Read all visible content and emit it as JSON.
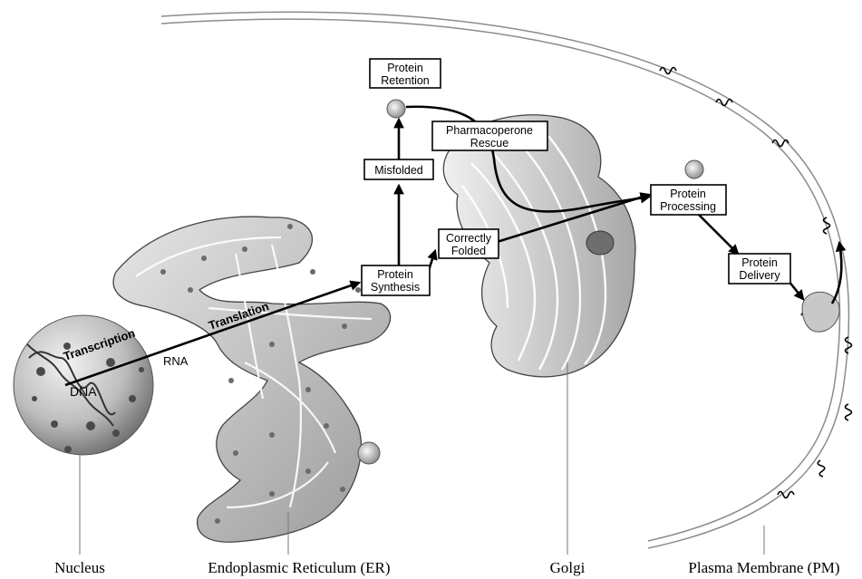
{
  "structures": {
    "nucleus": "Nucleus",
    "er": "Endoplasmic Reticulum (ER)",
    "golgi": "Golgi",
    "pm": "Plasma Membrane (PM)"
  },
  "inline_labels": {
    "dna": "DNA",
    "transcription": "Transcription",
    "rna": "RNA",
    "translation": "Translation"
  },
  "boxes": {
    "protein_retention": [
      "Protein",
      "Retention"
    ],
    "pharmacoperone_rescue": [
      "Pharmacoperone",
      "Rescue"
    ],
    "misfolded": [
      "Misfolded"
    ],
    "protein_synthesis": [
      "Protein",
      "Synthesis"
    ],
    "correctly_folded": [
      "Correctly",
      "Folded"
    ],
    "protein_processing": [
      "Protein",
      "Processing"
    ],
    "protein_delivery": [
      "Protein",
      "Delivery"
    ]
  }
}
